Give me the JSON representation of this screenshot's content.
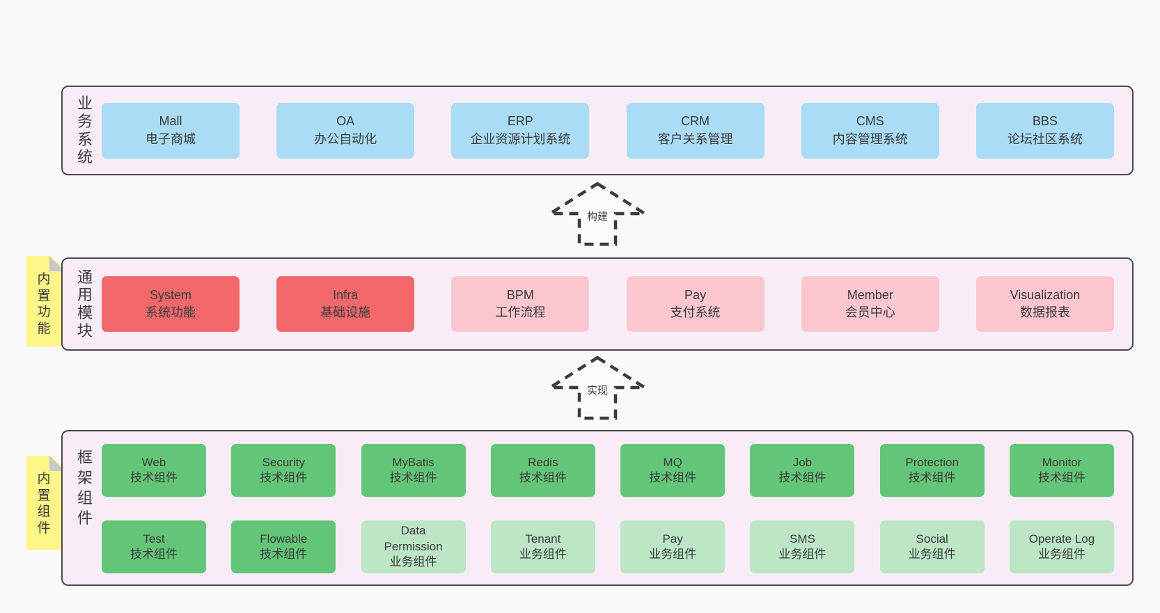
{
  "colors": {
    "page_bg": "#f9f9f9",
    "container_bg": "#f8edf7",
    "container_border": "#4a4a4a",
    "blue_box": "#aadcf6",
    "red_box": "#f3696b",
    "pink_box": "#fbc6ce",
    "green_box": "#63c577",
    "light_green_box": "#bce6c6",
    "sticky_yellow": "#fcf588",
    "fold_gray": "#c9c9c9",
    "text": "#3b3b3b"
  },
  "layers": [
    {
      "id": "business-systems",
      "label": "业务系统",
      "boxes": [
        {
          "name": "Mall",
          "desc": "电子商城",
          "type": "blue"
        },
        {
          "name": "OA",
          "desc": "办公自动化",
          "type": "blue"
        },
        {
          "name": "ERP",
          "desc": "企业资源计划系统",
          "type": "blue"
        },
        {
          "name": "CRM",
          "desc": "客户关系管理",
          "type": "blue"
        },
        {
          "name": "CMS",
          "desc": "内容管理系统",
          "type": "blue"
        },
        {
          "name": "BBS",
          "desc": "论坛社区系统",
          "type": "blue"
        }
      ]
    },
    {
      "id": "common-modules",
      "label": "通用模块",
      "sticky": "内置功能",
      "boxes": [
        {
          "name": "System",
          "desc": "系统功能",
          "type": "red"
        },
        {
          "name": "Infra",
          "desc": "基础设施",
          "type": "red"
        },
        {
          "name": "BPM",
          "desc": "工作流程",
          "type": "pink"
        },
        {
          "name": "Pay",
          "desc": "支付系统",
          "type": "pink"
        },
        {
          "name": "Member",
          "desc": "会员中心",
          "type": "pink"
        },
        {
          "name": "Visualization",
          "desc": "数据报表",
          "type": "pink"
        }
      ]
    },
    {
      "id": "framework-components",
      "label": "框架组件",
      "sticky": "内置组件",
      "rows": [
        [
          {
            "name": "Web",
            "desc": "技术组件",
            "type": "green"
          },
          {
            "name": "Security",
            "desc": "技术组件",
            "type": "green"
          },
          {
            "name": "MyBatis",
            "desc": "技术组件",
            "type": "green"
          },
          {
            "name": "Redis",
            "desc": "技术组件",
            "type": "green"
          },
          {
            "name": "MQ",
            "desc": "技术组件",
            "type": "green"
          },
          {
            "name": "Job",
            "desc": "技术组件",
            "type": "green"
          },
          {
            "name": "Protection",
            "desc": "技术组件",
            "type": "green"
          },
          {
            "name": "Monitor",
            "desc": "技术组件",
            "type": "green"
          }
        ],
        [
          {
            "name": "Test",
            "desc": "技术组件",
            "type": "green"
          },
          {
            "name": "Flowable",
            "desc": "技术组件",
            "type": "green"
          },
          {
            "name": "Data Permission",
            "desc": "业务组件",
            "type": "lightgreen"
          },
          {
            "name": "Tenant",
            "desc": "业务组件",
            "type": "lightgreen"
          },
          {
            "name": "Pay",
            "desc": "业务组件",
            "type": "lightgreen"
          },
          {
            "name": "SMS",
            "desc": "业务组件",
            "type": "lightgreen"
          },
          {
            "name": "Social",
            "desc": "业务组件",
            "type": "lightgreen"
          },
          {
            "name": "Operate Log",
            "desc": "业务组件",
            "type": "lightgreen"
          }
        ]
      ]
    }
  ],
  "arrows": [
    {
      "label": "构建"
    },
    {
      "label": "实现"
    }
  ]
}
